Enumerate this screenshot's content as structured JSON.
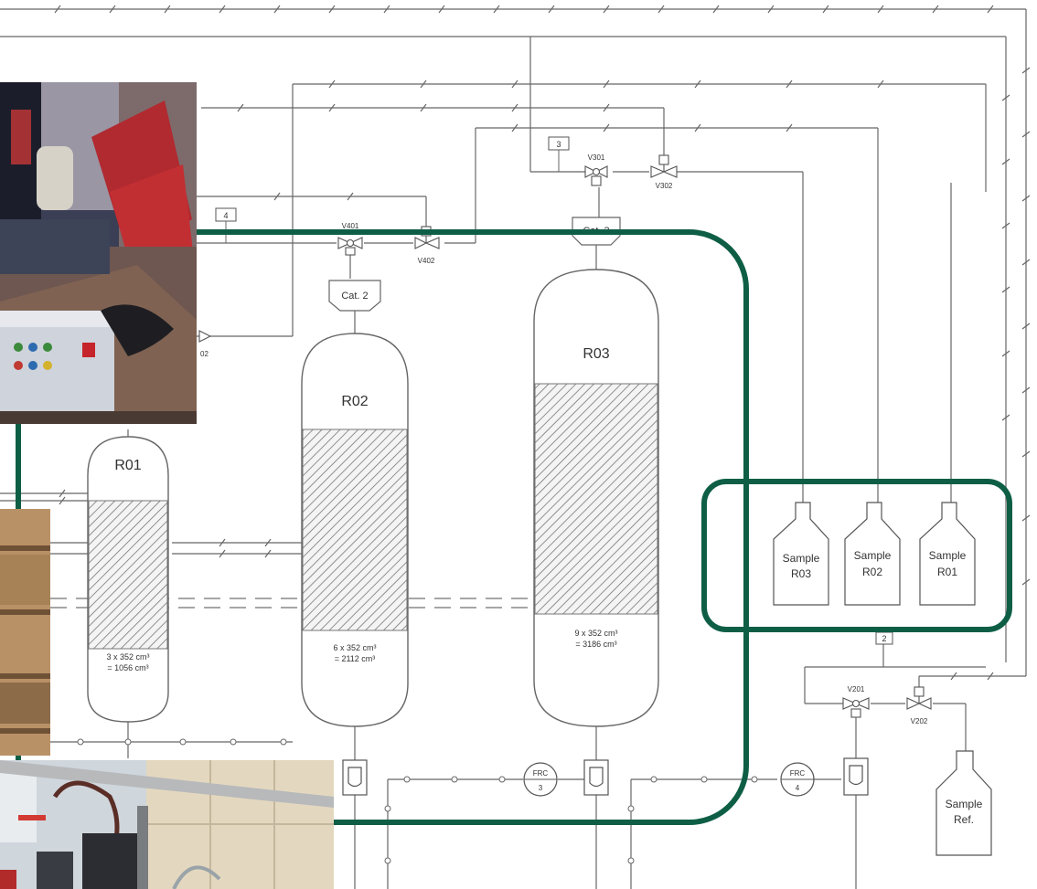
{
  "reactors": [
    {
      "id": "R01",
      "volume_line1": "3 x 352 cm³",
      "volume_line2": "= 1056 cm³"
    },
    {
      "id": "R02",
      "volume_line1": "6 x 352 cm³",
      "volume_line2": "= 2112 cm³"
    },
    {
      "id": "R03",
      "volume_line1": "9 x 352 cm³",
      "volume_line2": "= 3186 cm³"
    }
  ],
  "catalyst_pots": [
    "Cat. 2",
    "Cat. 3"
  ],
  "valves": [
    "V301",
    "V302",
    "V401",
    "V402",
    "V201",
    "V202",
    "02"
  ],
  "flow_controllers": [
    {
      "label": "FRC",
      "number": "3"
    },
    {
      "label": "FRC",
      "number": "4"
    }
  ],
  "line_numbers": [
    "3",
    "4",
    "2"
  ],
  "sample_bottles": [
    {
      "line1": "Sample",
      "line2": "R03"
    },
    {
      "line1": "Sample",
      "line2": "R02"
    },
    {
      "line1": "Sample",
      "line2": "R01"
    },
    {
      "line1": "Sample",
      "line2": "Ref."
    }
  ],
  "highlight_color": "#0e5e45"
}
